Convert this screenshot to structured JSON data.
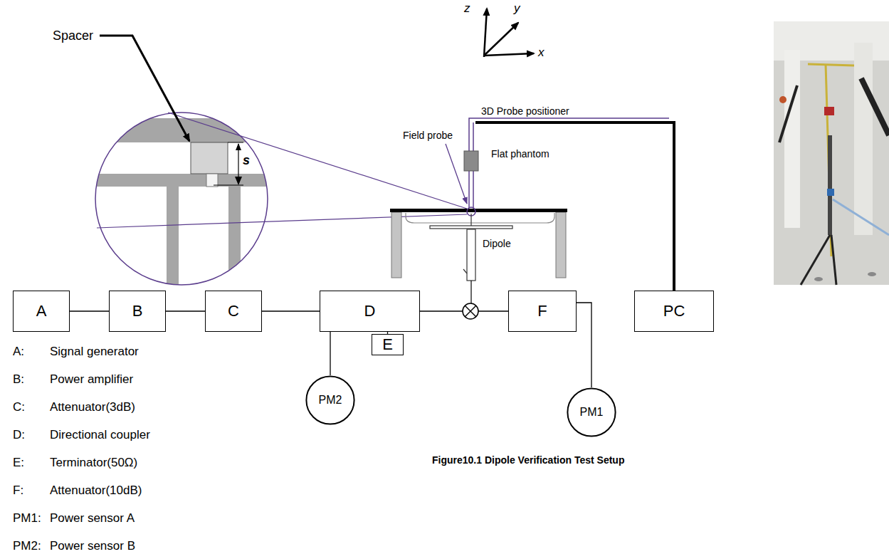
{
  "diagram": {
    "caption": "Figure10.1 Dipole Verification Test Setup",
    "nodes": [
      {
        "text": [
          "A"
        ]
      },
      {
        "text": [
          "B"
        ]
      },
      {
        "text": [
          "C"
        ]
      },
      {
        "text": [
          "D"
        ]
      },
      {
        "text": [
          "E"
        ]
      },
      {
        "text": [
          "F"
        ]
      },
      {
        "text": [
          "PC"
        ]
      },
      {
        "text": [
          "PM2"
        ]
      },
      {
        "text": [
          "PM1"
        ]
      }
    ],
    "edges": [
      {
        "from": 0,
        "to": 1,
        "arrow": "none"
      },
      {
        "from": 1,
        "to": 2,
        "arrow": "none"
      },
      {
        "from": 2,
        "to": 3,
        "arrow": "none"
      },
      {
        "from": 3,
        "to": 4,
        "arrow": "none"
      },
      {
        "from": 3,
        "to": 7,
        "arrow": "none"
      },
      {
        "from": 3,
        "to": 5,
        "arrow": "none"
      },
      {
        "from": 5,
        "to": 8,
        "arrow": "none"
      }
    ],
    "labels": [
      "Spacer",
      "s",
      "z",
      "y",
      "x",
      "3D Probe positioner",
      "Field probe",
      "Flat phantom",
      "Dipole",
      "A:",
      "Signal generator",
      "B:",
      "Power amplifier",
      "C:",
      "Attenuator(3dB)",
      "D:",
      "Directional coupler",
      "E:",
      "Terminator(50Ω)",
      "F:",
      "Attenuator(10dB)",
      "PM1:",
      "Power sensor A",
      "PM2:",
      "Power sensor B"
    ]
  }
}
